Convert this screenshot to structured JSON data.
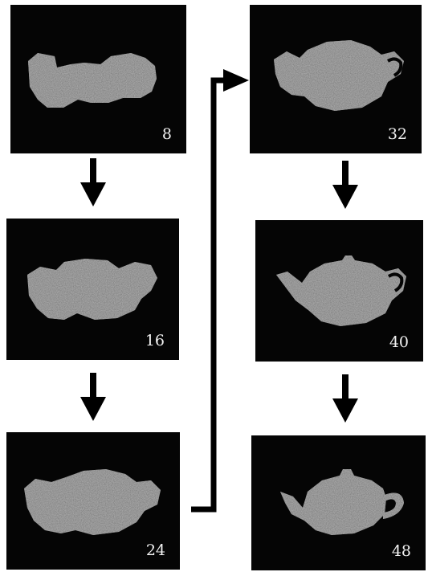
{
  "steps": [
    {
      "label": "8"
    },
    {
      "label": "16"
    },
    {
      "label": "24"
    },
    {
      "label": "32"
    },
    {
      "label": "40"
    },
    {
      "label": "48"
    }
  ],
  "colors": {
    "panel_background": "#050505",
    "object_gray": "#a9a9a9",
    "arrow": "#000000",
    "label_text": "#f2f2f2"
  },
  "icons": {
    "down_arrow": "down-arrow-icon",
    "connector": "elbow-connector-arrow",
    "object": "teapot-render"
  }
}
